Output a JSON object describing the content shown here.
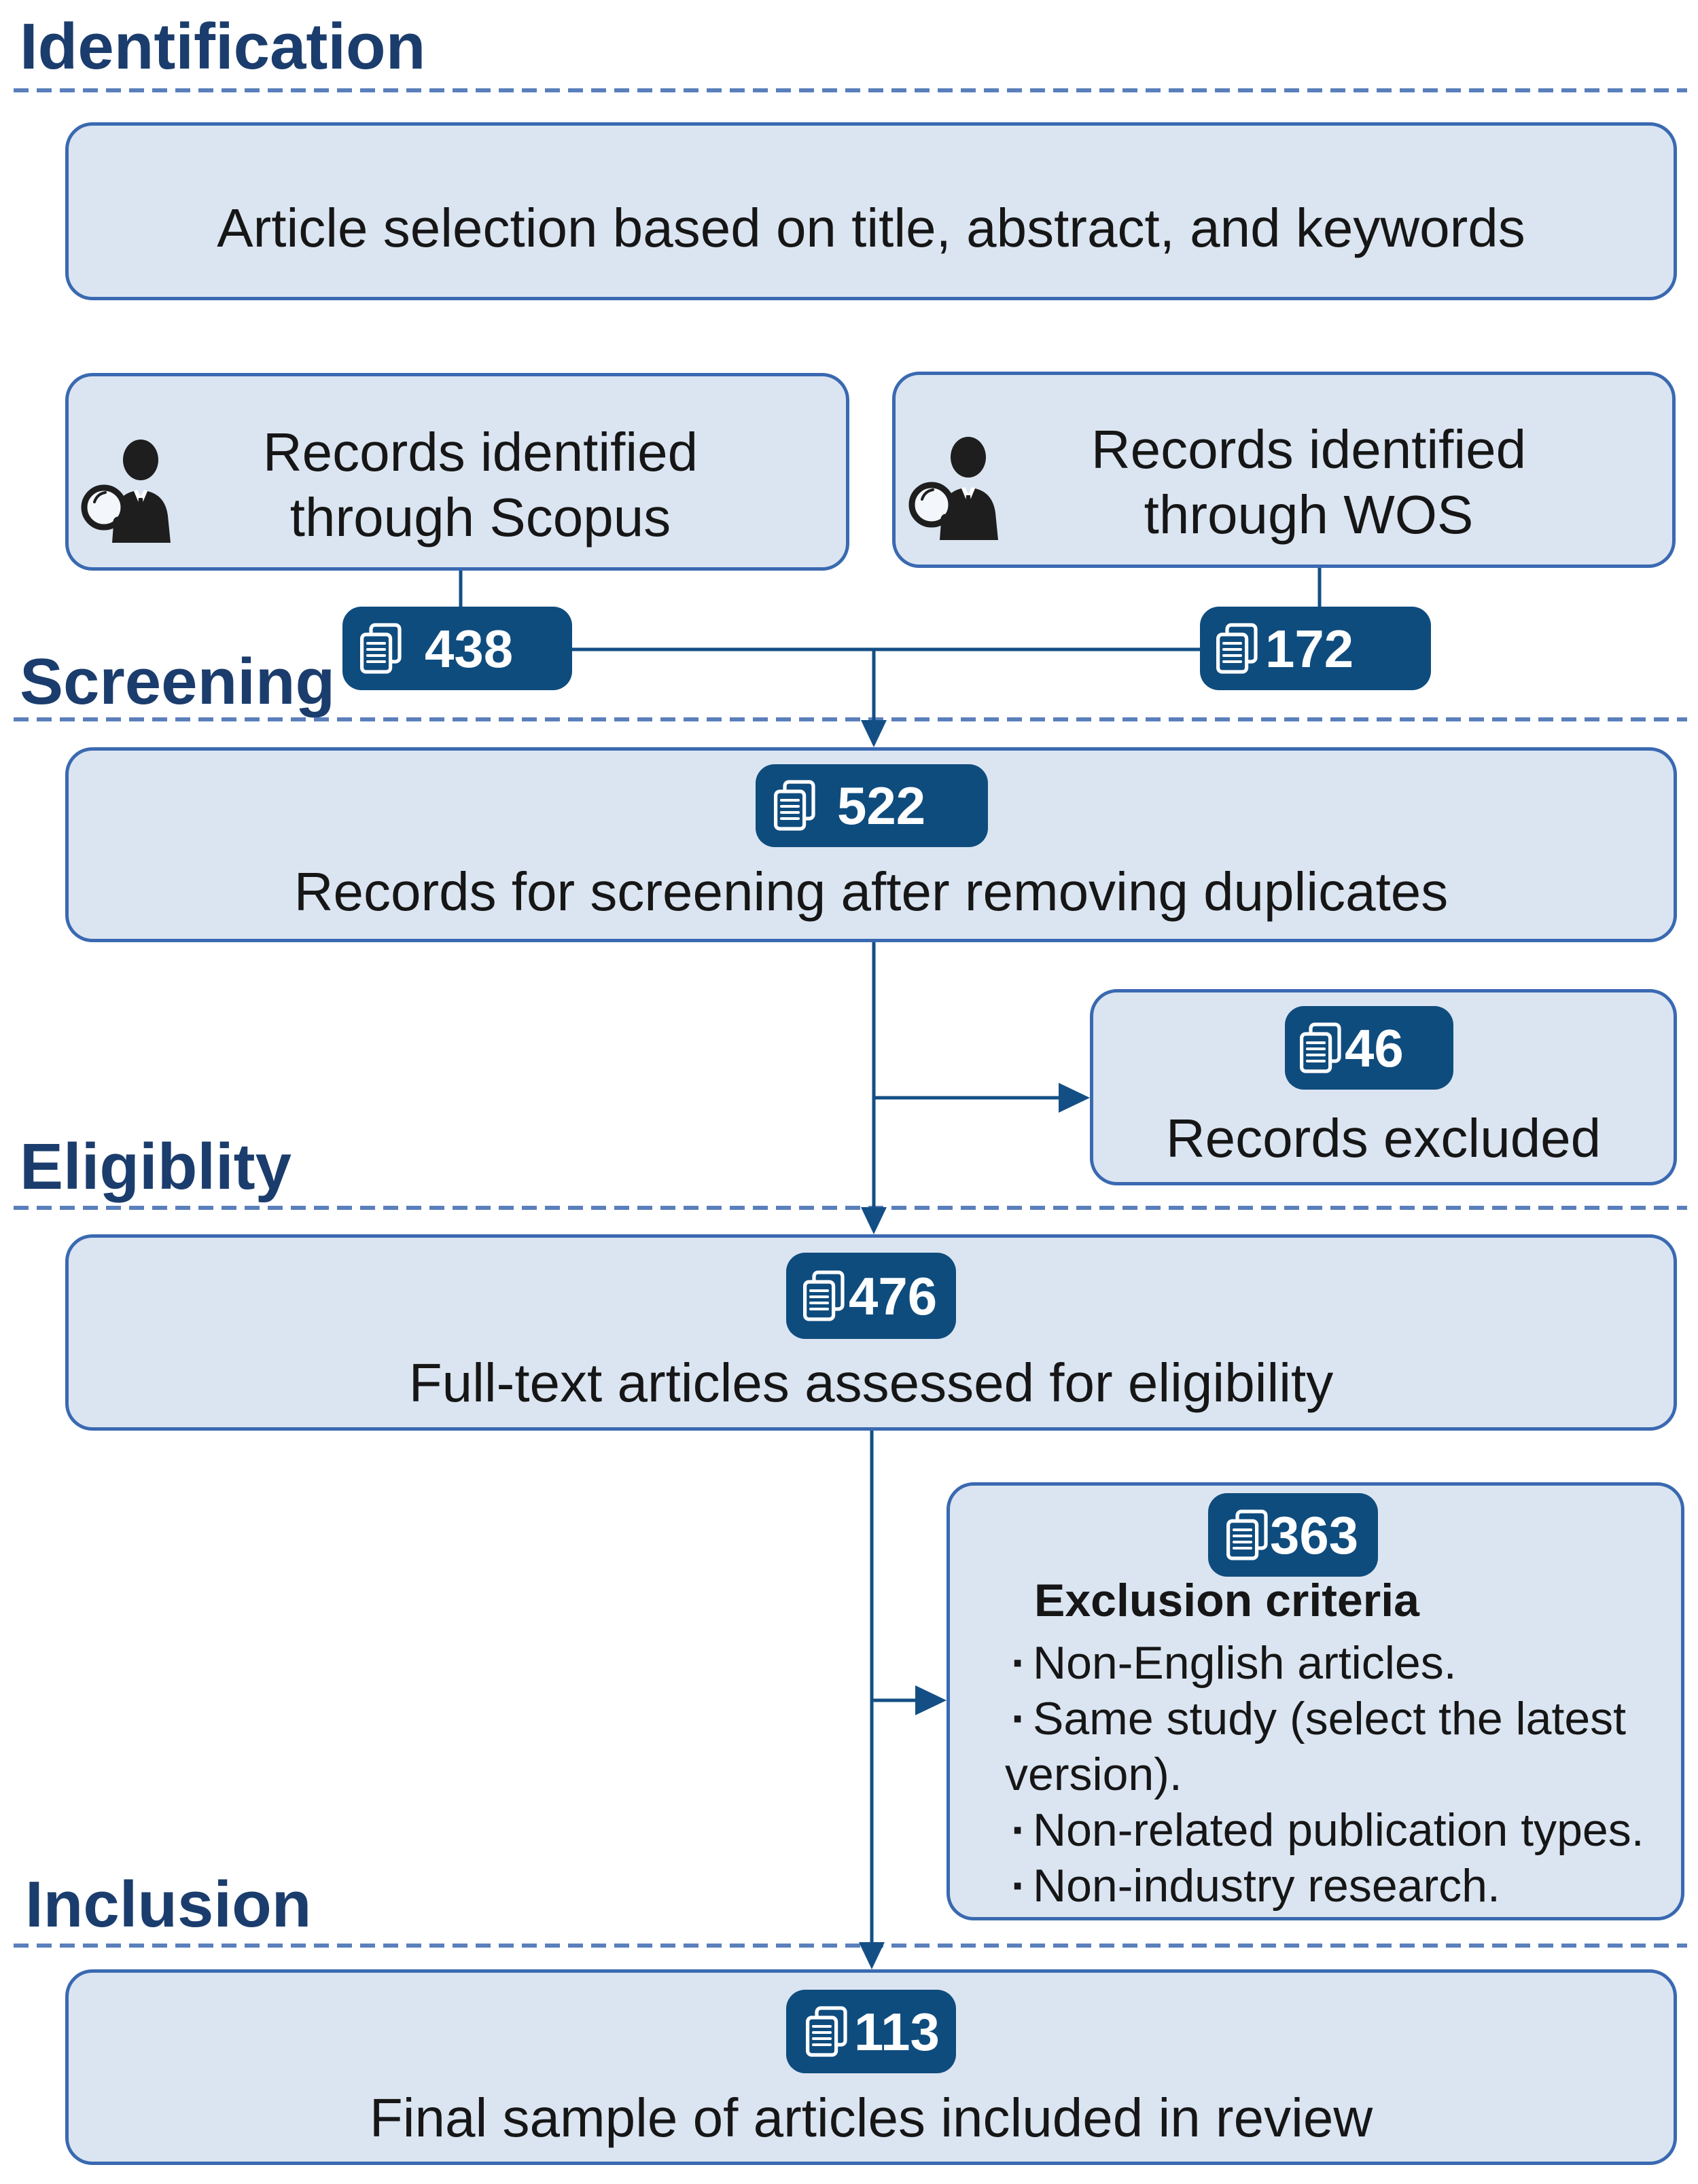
{
  "sections": {
    "identification": "Identification",
    "screening": "Screening",
    "eligibility": "Eligiblity",
    "inclusion": "Inclusion"
  },
  "selection_box": {
    "label": "Article selection based on title, abstract, and keywords"
  },
  "sources": [
    {
      "lines": [
        "Records identified",
        "through Scopus"
      ],
      "count": 438,
      "icon": "person-search-icon"
    },
    {
      "lines": [
        "Records identified",
        "through WOS"
      ],
      "count": 172,
      "icon": "person-search-icon"
    }
  ],
  "screening_box": {
    "count": 522,
    "label": "Records for screening after removing duplicates"
  },
  "excluded_box": {
    "count": 46,
    "label": "Records excluded"
  },
  "eligibility_box": {
    "count": 476,
    "label": "Full-text articles assessed for eligibility"
  },
  "exclusion_box": {
    "count": 363,
    "title": "Exclusion criteria",
    "criteria": [
      "Non-English articles.",
      "Same study (select the latest version).",
      "Non-related publication types.",
      "Non-industry research."
    ]
  },
  "inclusion_box": {
    "count": 113,
    "label": "Final sample of articles included in review"
  },
  "badge_icon": "document-icon",
  "colors": {
    "heading": "#1b3d6d",
    "box_fill": "#dbe5f1",
    "box_border": "#3a69b1",
    "badge": "#0f4c7e",
    "connector": "#134f85",
    "divider": "#5a7fbb",
    "text": "#161616"
  }
}
